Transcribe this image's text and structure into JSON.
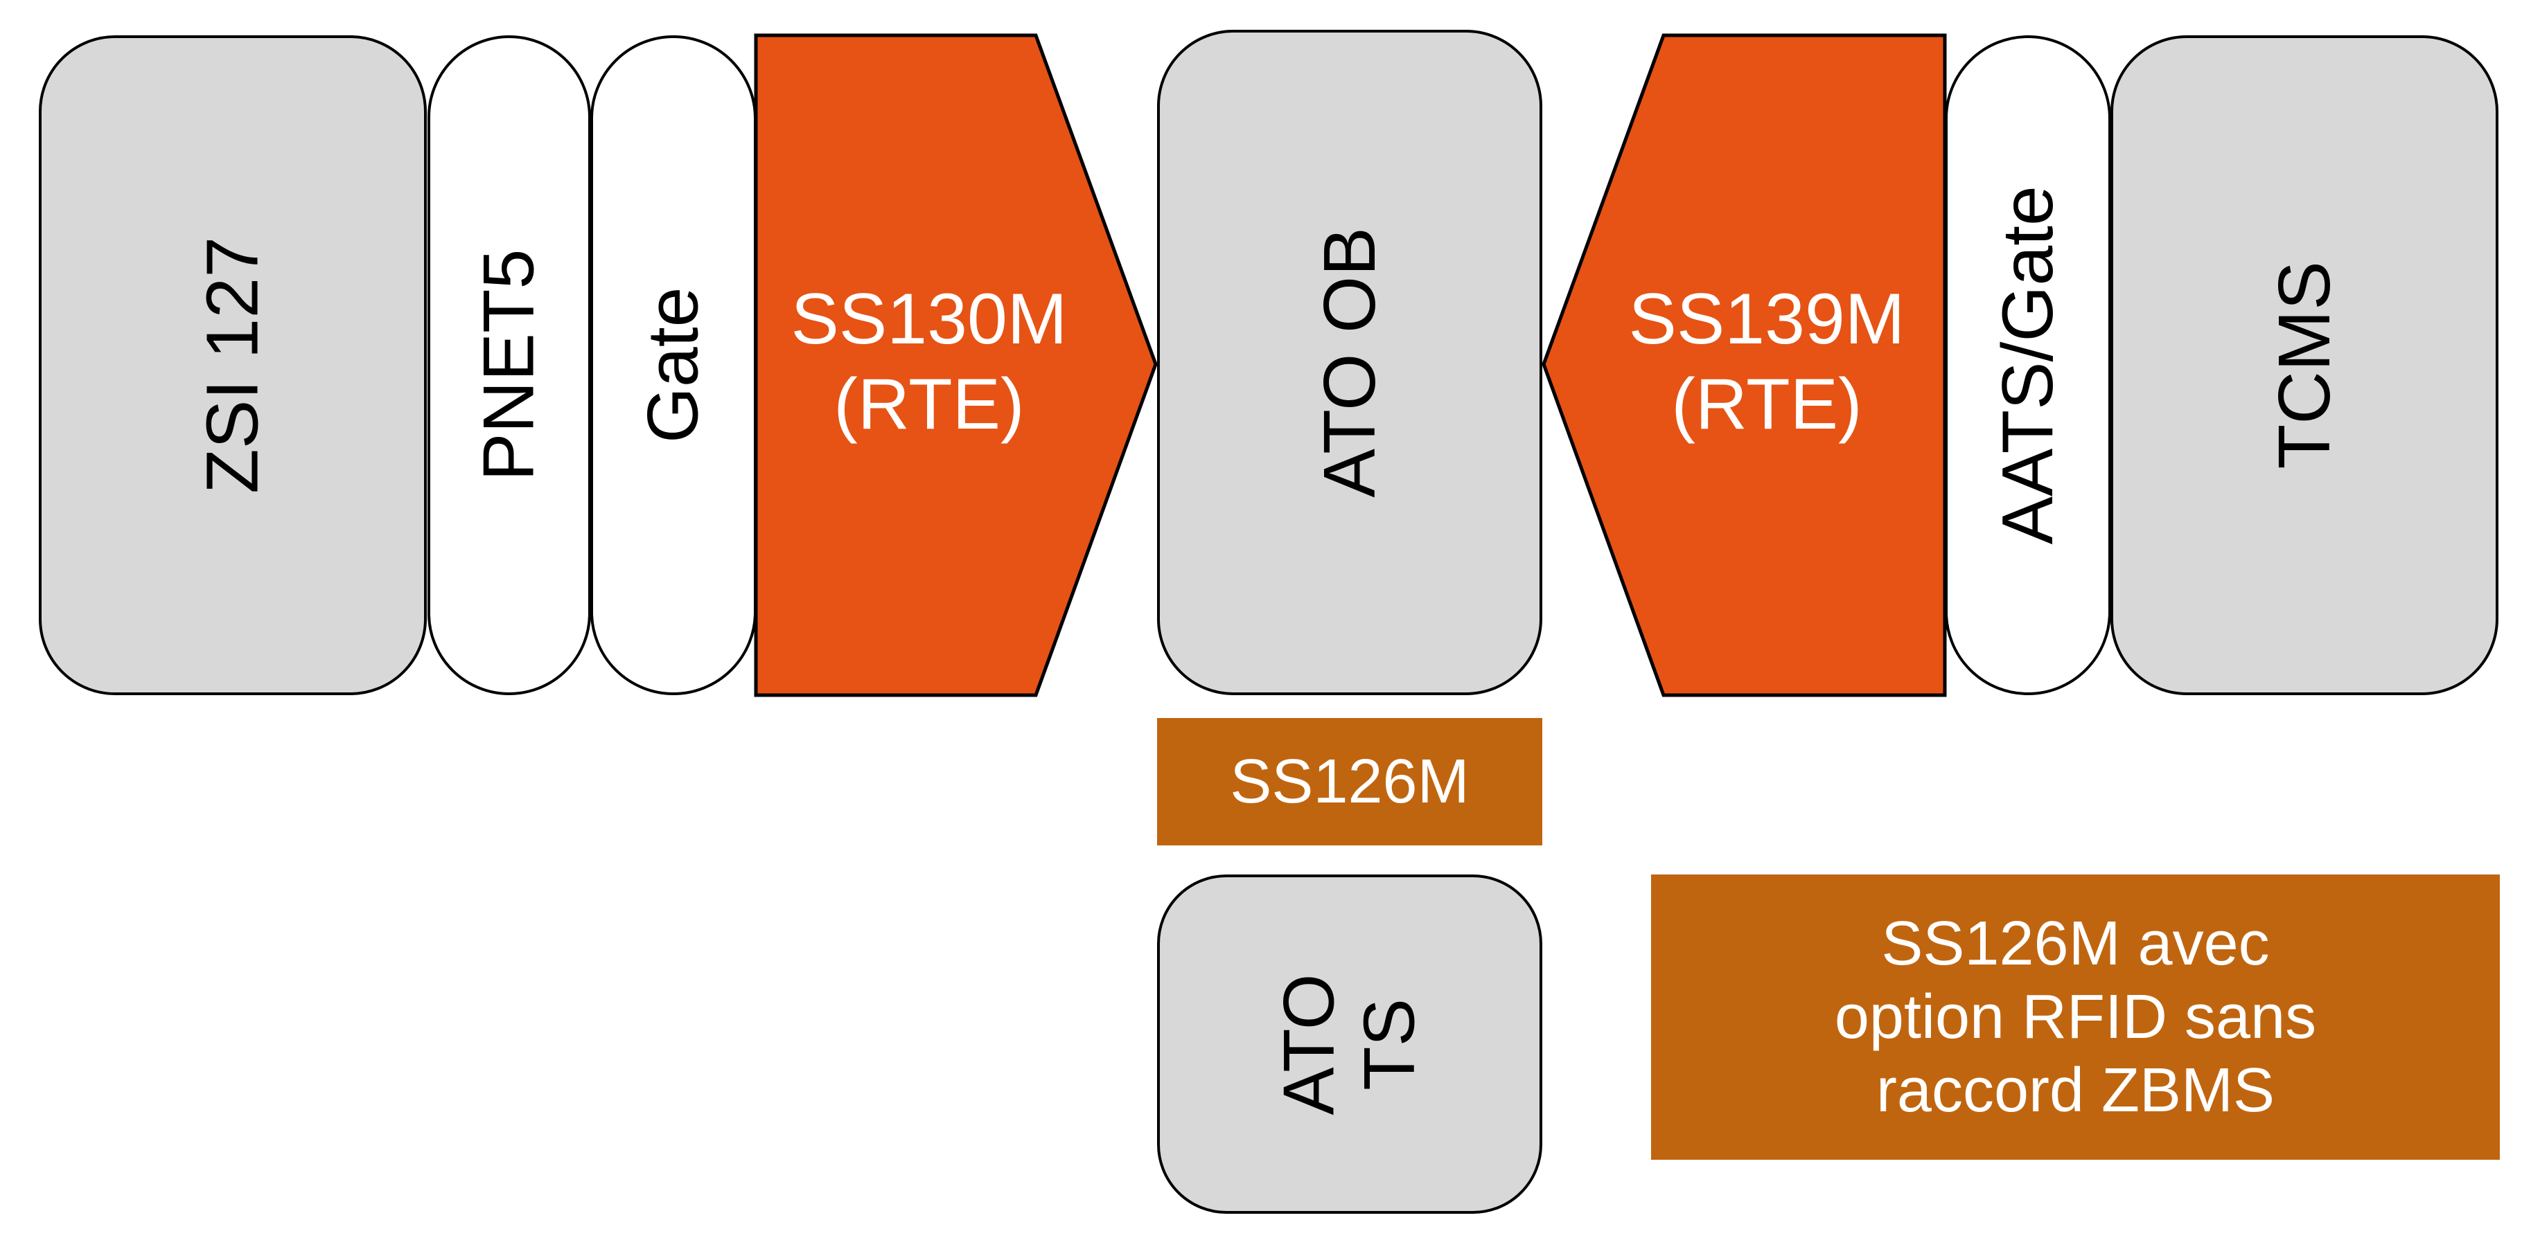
{
  "colors": {
    "grey_block": "#d8d8d8",
    "arrow_orange": "#e65314",
    "box_brown": "#c0650f"
  },
  "blocks": {
    "zsi": "ZSI 127",
    "pnet5": "PNET5",
    "gate": "Gate",
    "ato_ob": "ATO OB",
    "aats_gate": "AATS/Gate",
    "tcms": "TCMS",
    "ato_ts_line1": "ATO",
    "ato_ts_line2": "TS"
  },
  "arrows": {
    "ss130m_line1": "SS130M",
    "ss130m_line2": "(RTE)",
    "ss139m_line1": "SS139M",
    "ss139m_line2": "(RTE)"
  },
  "boxes": {
    "ss126m": "SS126M",
    "note_line1": "SS126M avec",
    "note_line2": "option RFID sans",
    "note_line3": "raccord ZBMS"
  }
}
